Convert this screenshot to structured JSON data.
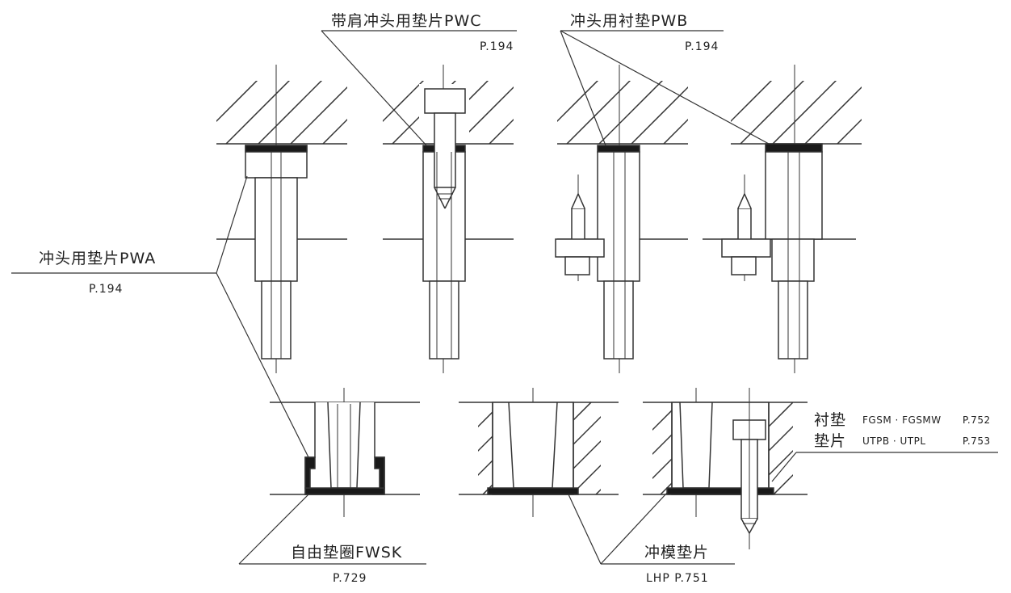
{
  "labels": {
    "pwc_name": "带肩冲头用垫片PWC",
    "pwc_ref": "P.194",
    "pwb_name": "冲头用衬垫PWB",
    "pwb_ref": "P.194",
    "pwa_name": "冲头用垫片PWA",
    "pwa_ref": "P.194",
    "fwsk_name": "自由垫圈FWSK",
    "fwsk_ref": "P.729",
    "lhp_name": "冲模垫片",
    "lhp_ref": "LHP  P.751",
    "right_title_1": "衬垫",
    "right_title_2": "垫片",
    "right_items_1": "FGSM · FGSMW",
    "right_items_2": "UTPB · UTPL",
    "right_ref_1": "P.752",
    "right_ref_2": "P.753"
  },
  "colors": {
    "line": "#333333",
    "shim": "#1a1a1a",
    "part_fill": "#ffffff"
  }
}
